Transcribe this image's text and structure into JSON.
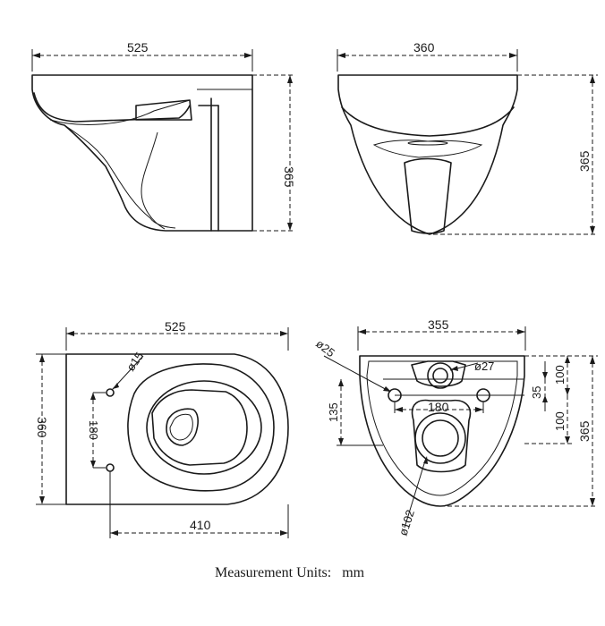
{
  "side_view": {
    "width_label": "525",
    "height_label": "365"
  },
  "front_view": {
    "width_label": "360",
    "height_label": "365"
  },
  "top_view": {
    "width_label": "525",
    "depth_label": "360",
    "hole_label": "ø15",
    "spacing_label": "180",
    "offset_label": "410"
  },
  "rear_view": {
    "width_label": "355",
    "hole_small_label": "ø25",
    "hole_inlet_label": "ø27",
    "hole_outlet_label": "ø102",
    "spacing_label": "180",
    "left_height_label": "135",
    "right_label_35": "35",
    "right_label_100_top": "100",
    "right_label_100_mid": "100",
    "right_label_365": "365"
  },
  "footer": {
    "label": "Measurement Units:",
    "unit": "mm"
  }
}
